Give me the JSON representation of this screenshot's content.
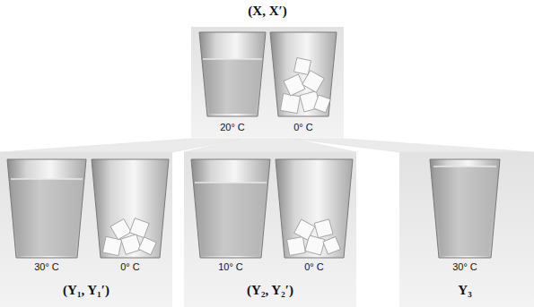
{
  "diagram": {
    "nodes": [
      {
        "text": [
          "(X, X′)",
          "20° C",
          "0° C"
        ]
      },
      {
        "text": [
          "30° C",
          "0° C",
          "(Y₁, Y₁′)"
        ]
      },
      {
        "text": [
          "10° C",
          "0° C",
          "(Y₂, Y₂′)"
        ]
      },
      {
        "text": [
          "30° C",
          "Y₃"
        ]
      }
    ],
    "edges": [
      {
        "from": 0,
        "to": 1,
        "arrow": "none"
      },
      {
        "from": 0,
        "to": 2,
        "arrow": "none"
      },
      {
        "from": 0,
        "to": 3,
        "arrow": "none"
      }
    ]
  }
}
